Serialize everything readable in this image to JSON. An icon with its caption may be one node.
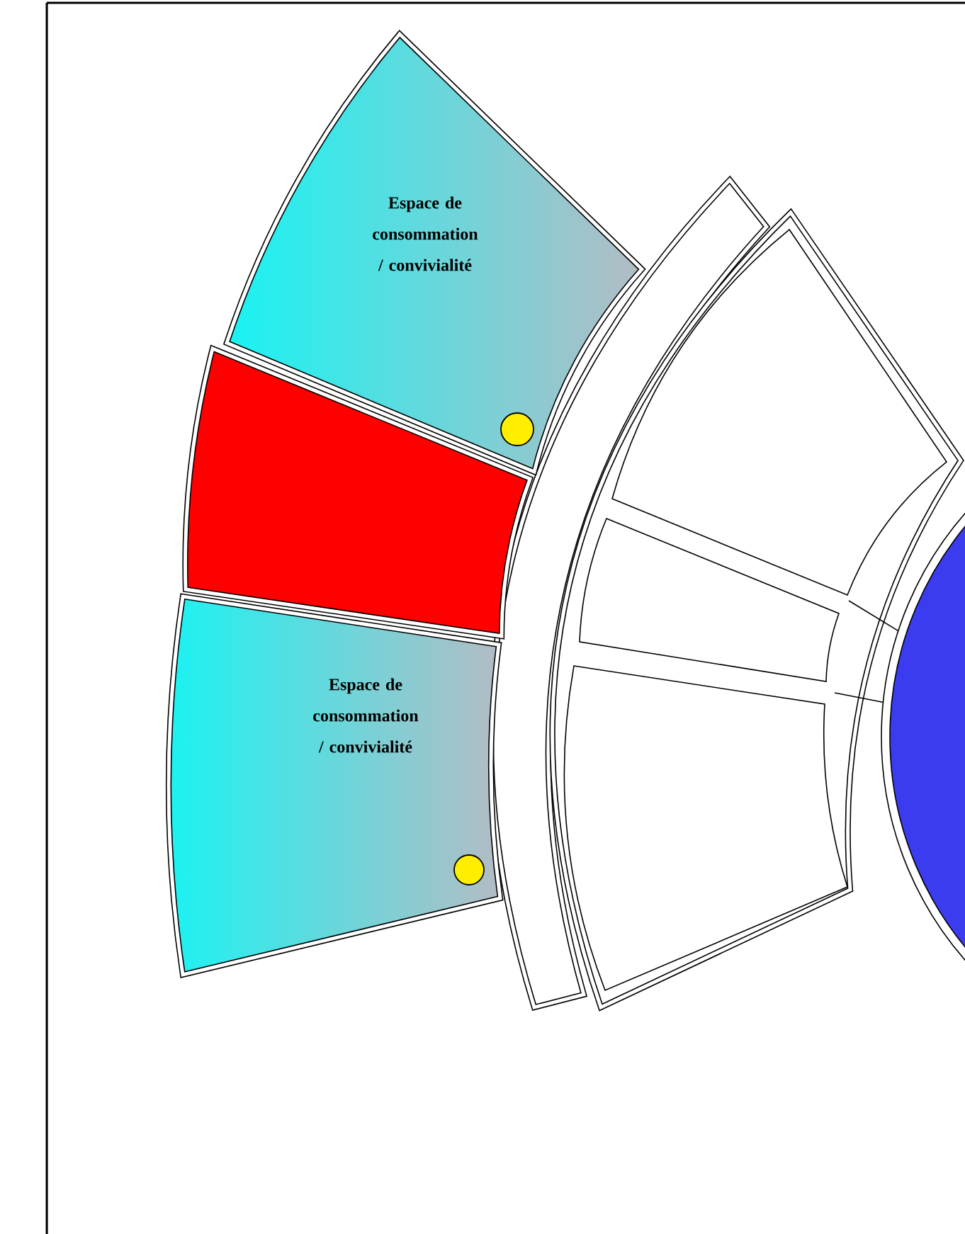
{
  "diagram": {
    "nodes": [
      {
        "text": [
          "Espace de consommation / convivialité"
        ]
      },
      {
        "text": [],
        "shape": "box"
      },
      {
        "text": [
          "Espace de consommation / convivialité"
        ]
      },
      {
        "text": [],
        "shape": "box"
      },
      {
        "text": [],
        "shape": "box"
      },
      {
        "text": [],
        "shape": "box"
      },
      {
        "text": [],
        "shape": "circle"
      }
    ]
  }
}
